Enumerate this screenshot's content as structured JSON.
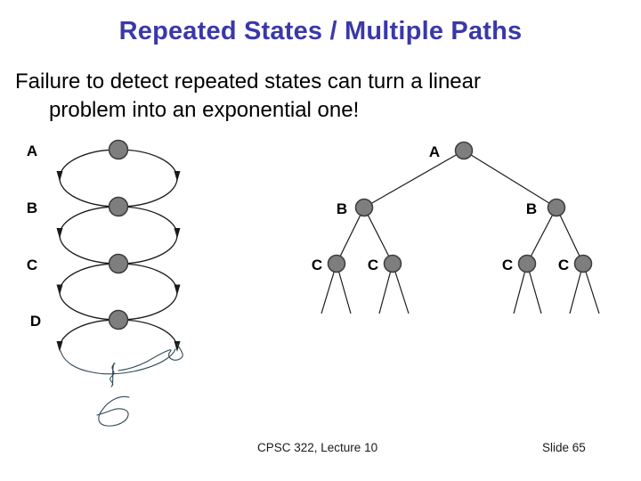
{
  "slide": {
    "title": "Repeated States / Multiple Paths",
    "body": {
      "line1": "Failure to detect repeated states can turn a linear",
      "line2": "problem into an exponential one!"
    },
    "footer": {
      "course": "CPSC 322, Lecture 10",
      "slide_number": "Slide 65"
    }
  },
  "colors": {
    "background": "#FFFFFF",
    "title_text": "#3B38A8",
    "body_text": "#000000",
    "diagram_edge": "#1A1A1A",
    "node_fill": "#7E7E7E",
    "node_stroke": "#3C3C3C",
    "handwriting_ink": "#2E4A55"
  },
  "left_diagram": {
    "type": "linear state graph with double loop edges between consecutive states",
    "node_labels": [
      "A",
      "B",
      "C",
      "D"
    ],
    "annotation": "hand-drawn pen scribble and loop below bottom state"
  },
  "right_diagram": {
    "type": "exponential search tree from repeated states",
    "root_label": "A",
    "level2_labels": [
      "B",
      "B"
    ],
    "level3_labels": [
      "C",
      "C",
      "C",
      "C"
    ]
  }
}
